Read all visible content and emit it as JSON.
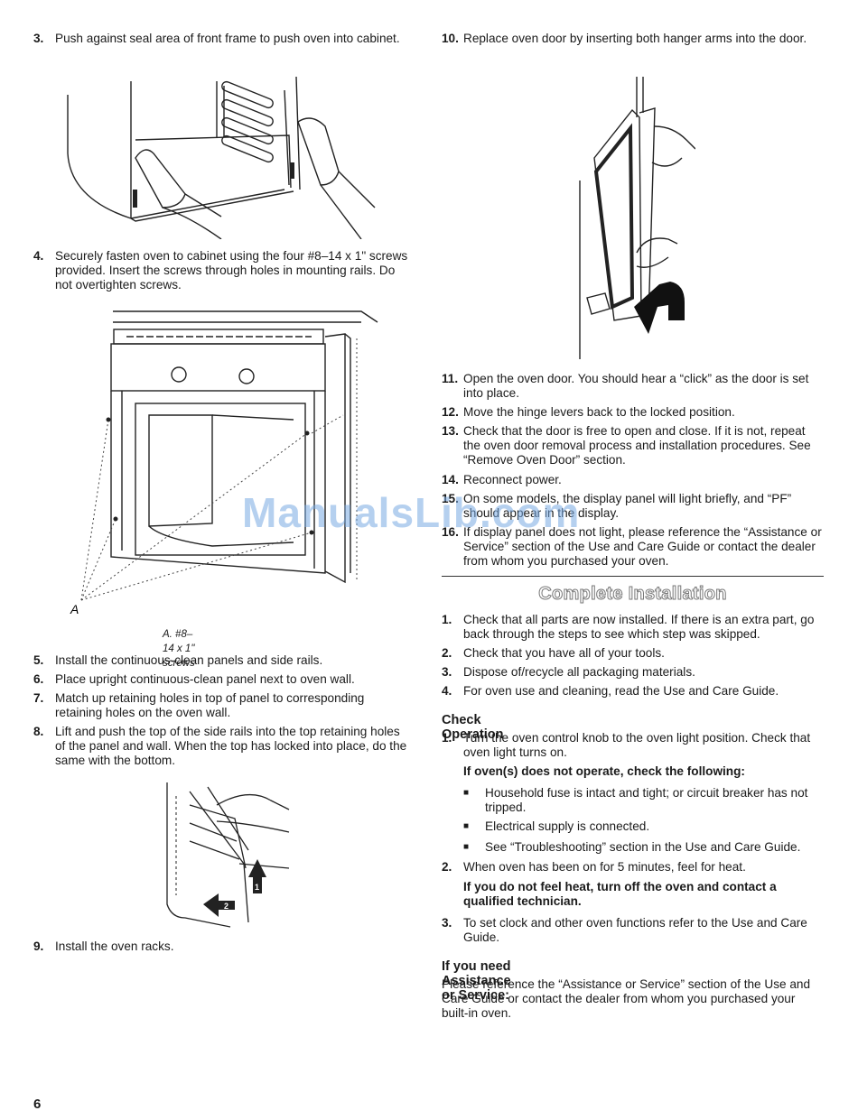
{
  "left": {
    "step3": {
      "num": "3.",
      "text": "Push against seal area of front frame to push oven into cabinet."
    },
    "step4": {
      "num": "4.",
      "text": "Securely fasten oven to cabinet using the four #8–14 x 1\" screws provided. Insert the screws through holes in mounting rails. Do not overtighten screws."
    },
    "fig2_label": "A",
    "fig2_caption": "A. #8–14 x 1\" screws",
    "step5": {
      "num": "5.",
      "text": "Install the continuous-clean panels and side rails."
    },
    "step6": {
      "num": "6.",
      "text": "Place upright continuous-clean panel next to oven wall."
    },
    "step7": {
      "num": "7.",
      "text": "Match up retaining holes in top of panel to corresponding retaining holes on the oven wall."
    },
    "step8": {
      "num": "8.",
      "text": "Lift and push the top of the side rails into the top retaining holes of the panel and wall. When the top has locked into place, do the same with the bottom."
    },
    "fig3_arrow1": "1",
    "fig3_arrow2": "2",
    "step9": {
      "num": "9.",
      "text": "Install the oven racks."
    }
  },
  "right": {
    "step10": {
      "num": "10.",
      "text": "Replace oven door by inserting both hanger arms into the door."
    },
    "step11": {
      "num": "11.",
      "text": "Open the oven door. You should hear a “click” as the door is set into place."
    },
    "step12": {
      "num": "12.",
      "text": "Move the hinge levers back to the locked position."
    },
    "step13": {
      "num": "13.",
      "text": "Check that the door is free to open and close. If it is not, repeat the oven door removal process and installation procedures. See “Remove Oven Door” section."
    },
    "step14": {
      "num": "14.",
      "text": "Reconnect power."
    },
    "step15": {
      "num": "15.",
      "text": "On some models, the display panel will light briefly, and “PF” should appear in the display."
    },
    "step16": {
      "num": "16.",
      "text": "If display panel does not light, please reference the “Assistance or Service” section of the Use and Care Guide or contact the dealer from whom you purchased your oven."
    },
    "complete_title": "Complete Installation",
    "c1": {
      "num": "1.",
      "text": "Check that all parts are now installed. If there is an extra part, go back through the steps to see which step was skipped."
    },
    "c2": {
      "num": "2.",
      "text": "Check that you have all of your tools."
    },
    "c3": {
      "num": "3.",
      "text": "Dispose of/recycle all packaging materials."
    },
    "c4": {
      "num": "4.",
      "text": "For oven use and cleaning, read the Use and Care Guide."
    },
    "check_title": "Check Operation",
    "o1": {
      "num": "1.",
      "text": "Turn the oven control knob to the oven light position. Check that oven light turns on."
    },
    "o1_note": "If oven(s) does not operate, check the following:",
    "bullets": [
      "Household fuse is intact and tight; or circuit breaker has not tripped.",
      "Electrical supply is connected.",
      "See “Troubleshooting” section in the Use and Care Guide."
    ],
    "o2": {
      "num": "2.",
      "text": "When oven has been on for 5 minutes, feel for heat."
    },
    "o2_note": "If you do not feel heat, turn off the oven and contact a qualified technician.",
    "o3": {
      "num": "3.",
      "text": "To set clock and other oven functions refer to the Use and Care Guide."
    },
    "assist_title": "If you need Assistance or Service:",
    "assist_text": "Please reference the “Assistance or Service” section of the Use and Care Guide or contact the dealer from whom you purchased your built-in oven."
  },
  "watermark": "ManualsLib.com",
  "page_number": "6"
}
